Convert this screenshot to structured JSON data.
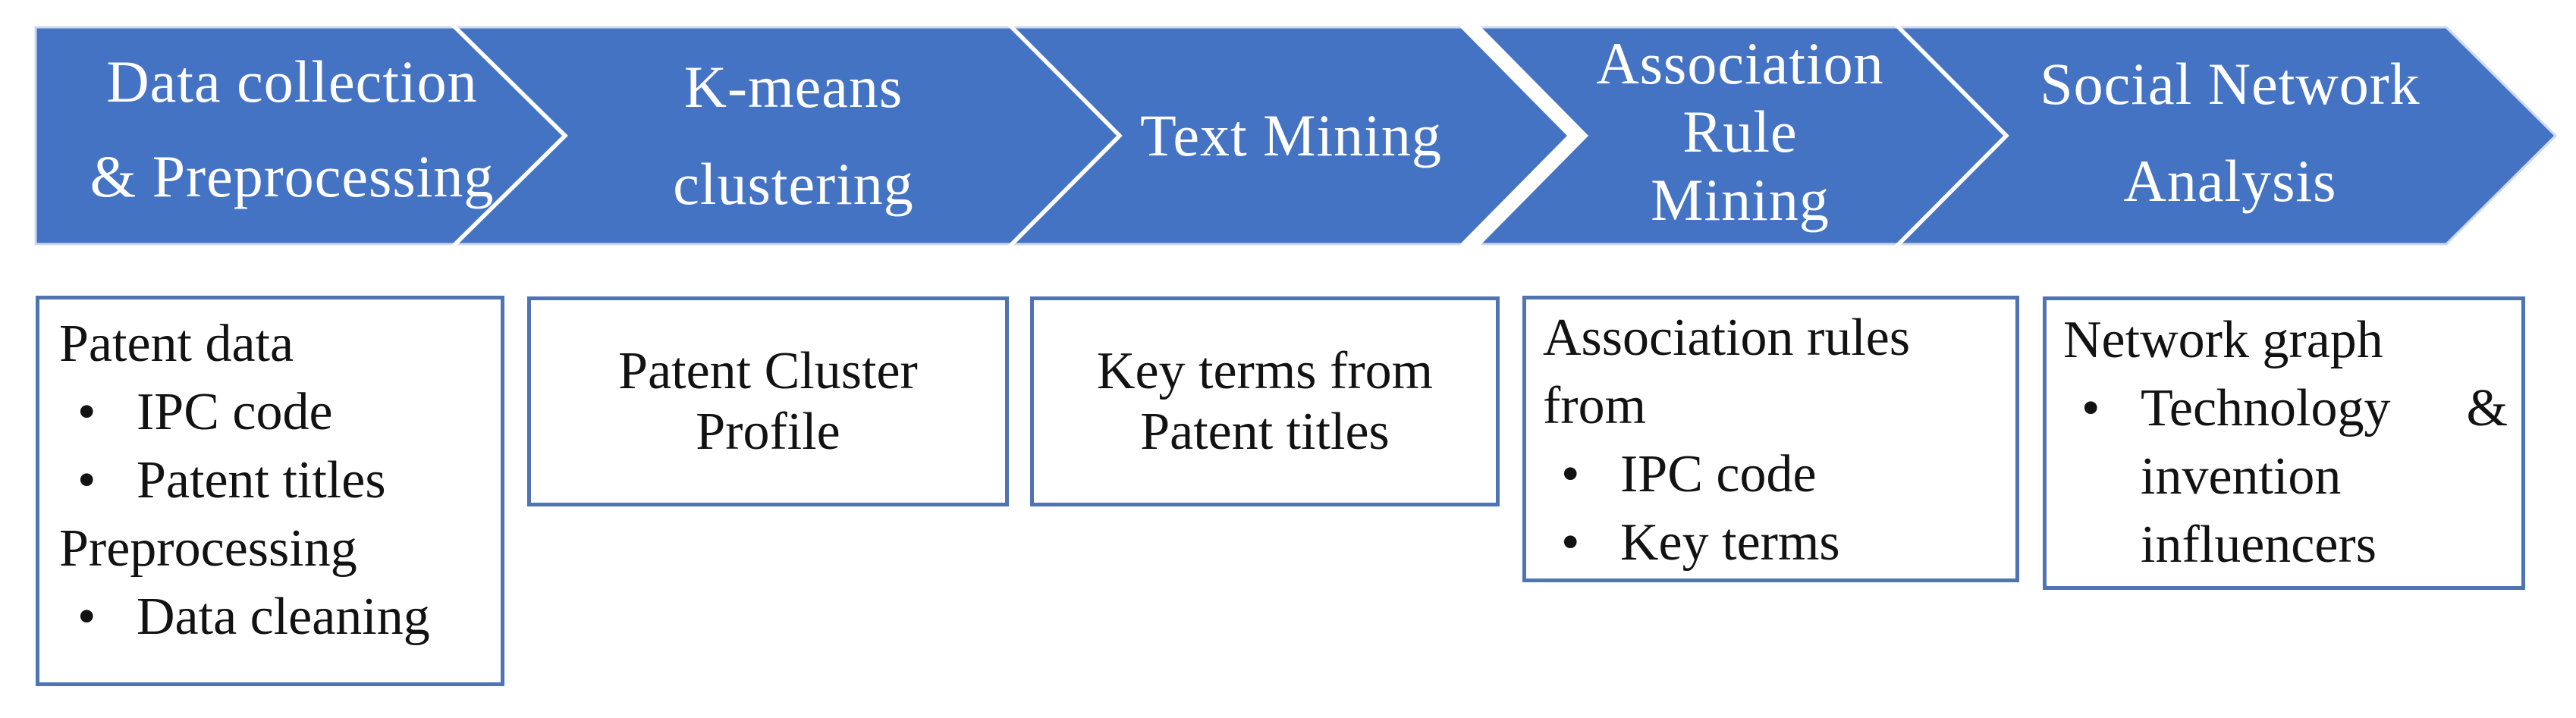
{
  "colors": {
    "accent": "#4573c4",
    "banner_edge": "#ccd9ee",
    "separator": "#ffffff",
    "banner_text": "#ffffff",
    "box_border": "#4f73b3",
    "box_text": "#121212",
    "page_bg": "#ffffff"
  },
  "bullet_glyph": "•",
  "banner": {
    "stages": [
      {
        "lines": [
          "Data collection",
          "& Preprocessing"
        ]
      },
      {
        "lines": [
          "K-means",
          "clustering"
        ]
      },
      {
        "lines": [
          "Text Mining"
        ]
      },
      {
        "lines": [
          "Association",
          "Rule",
          "Mining"
        ]
      },
      {
        "lines": [
          "Social Network",
          "Analysis"
        ]
      }
    ]
  },
  "boxes": [
    {
      "items": [
        {
          "bullet": false,
          "text": "Patent data"
        },
        {
          "bullet": true,
          "text": "IPC code"
        },
        {
          "bullet": true,
          "text": "Patent titles"
        },
        {
          "bullet": false,
          "text": "Preprocessing"
        },
        {
          "bullet": true,
          "text": "Data cleaning"
        }
      ]
    },
    {
      "items": [
        {
          "bullet": false,
          "text": "Patent Cluster Profile"
        }
      ]
    },
    {
      "items": [
        {
          "bullet": false,
          "text": "Key terms from Patent titles"
        }
      ]
    },
    {
      "items": [
        {
          "bullet": false,
          "text": "Association rules from"
        },
        {
          "bullet": true,
          "text": "IPC code"
        },
        {
          "bullet": true,
          "text": "Key terms"
        }
      ]
    },
    {
      "items": [
        {
          "bullet": false,
          "text": "Network graph"
        },
        {
          "bullet": true,
          "text": "Technology & invention influencers"
        }
      ]
    }
  ]
}
